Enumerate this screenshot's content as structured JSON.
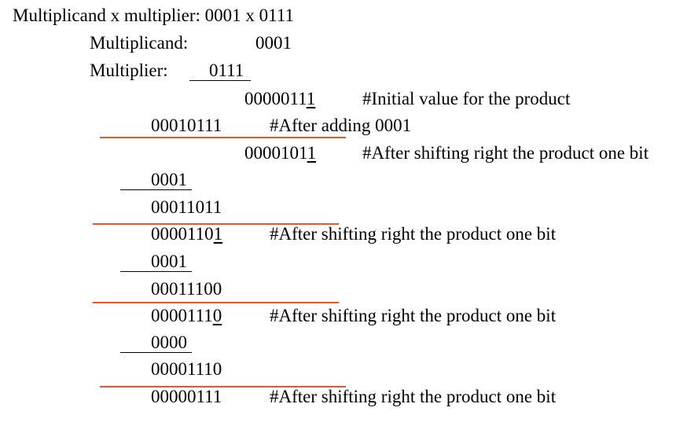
{
  "header": {
    "title": "Multiplicand x multiplier: 0001 x 0111",
    "multiplicand_label": "Multiplicand:",
    "multiplicand_value": "0001",
    "multiplier_label": "Multiplier:",
    "multiplier_value": "0111"
  },
  "steps": [
    {
      "prefix": "0000011",
      "last_bit": "1",
      "comment": "#Initial value for the product"
    },
    {
      "value": "00010111",
      "comment": "#After adding 0001"
    },
    {
      "prefix": "0000101",
      "last_bit": "1",
      "comment": "#After shifting right the product one bit"
    },
    {
      "value": "0001"
    },
    {
      "value": "00011011"
    },
    {
      "prefix": "0000110",
      "last_bit": "1",
      "comment": "#After shifting right the product one bit"
    },
    {
      "value": "0001"
    },
    {
      "value": "00011100"
    },
    {
      "prefix": "0000111",
      "last_bit": "0",
      "comment": "#After shifting right the product one bit"
    },
    {
      "value": "0000"
    },
    {
      "value": "00001110"
    },
    {
      "value": "00000111",
      "comment": "#After shifting right the product one bit"
    }
  ],
  "colors": {
    "text": "#000000",
    "rule": "#e8572a",
    "background": "#ffffff"
  }
}
